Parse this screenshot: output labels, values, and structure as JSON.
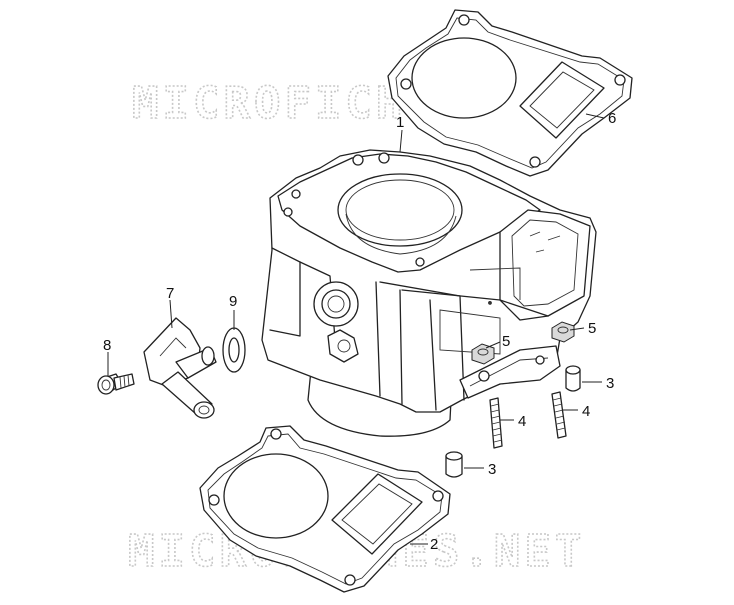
{
  "watermark": {
    "top_text": "MICROFICHES.NET",
    "bottom_text": "MICROFICHES.NET"
  },
  "callouts": {
    "c1": "1",
    "c2": "2",
    "c3a": "3",
    "c3b": "3",
    "c4a": "4",
    "c4b": "4",
    "c5a": "5",
    "c5b": "5",
    "c6": "6",
    "c7": "7",
    "c8": "8",
    "c9": "9"
  }
}
